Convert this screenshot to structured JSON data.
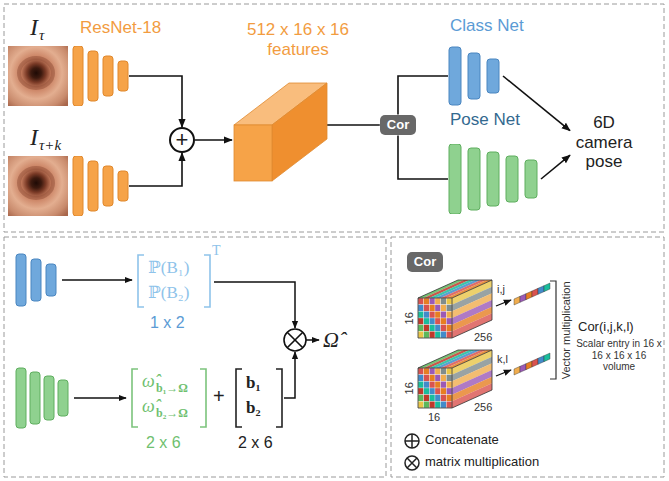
{
  "diagram": {
    "nodes": [
      {
        "text": [
          "I",
          "τ",
          "ResNet-18"
        ]
      },
      {
        "text": [
          "I",
          "τ+k"
        ]
      },
      {
        "text": [
          "+"
        ]
      },
      {
        "text": [
          "512 x 16 x 16 features"
        ]
      },
      {
        "text": [
          "Cor"
        ]
      },
      {
        "text": [
          "Class Net"
        ]
      },
      {
        "text": [
          "Pose Net"
        ]
      },
      {
        "text": [
          "6D camera pose"
        ]
      },
      {
        "text": [
          "Cor"
        ]
      }
    ],
    "edges": [
      {
        "from": 0,
        "to": 2,
        "arrow": "to"
      },
      {
        "from": 1,
        "to": 2,
        "arrow": "to"
      },
      {
        "from": 2,
        "to": 3,
        "arrow": "to"
      },
      {
        "from": 3,
        "to": 4,
        "arrow": "none"
      },
      {
        "from": 4,
        "to": 5,
        "arrow": "none"
      },
      {
        "from": 4,
        "to": 6,
        "arrow": "none"
      },
      {
        "from": 5,
        "to": 7,
        "arrow": "to"
      },
      {
        "from": 6,
        "to": 7,
        "arrow": "to"
      }
    ],
    "labels": [
      "ℙ(B₁)",
      "ℙ(B₂)",
      "T",
      "1 x 2",
      "ω̂",
      "b₁→Ω",
      "ω̂",
      "b₂→Ω",
      "+",
      "b₁",
      "b₂",
      "2 x 6",
      "2 x 6",
      "Ω̂",
      "16",
      "256",
      "16",
      "16",
      "256",
      "i,j",
      "k,l",
      "Vector multiplication",
      "Cor(i,j,k,l)",
      "Scalar entry in 16 x 16 x 16 x 16 volume"
    ],
    "legend": [
      {
        "text": "Concatenate"
      },
      {
        "text": "matrix multiplication"
      }
    ]
  }
}
